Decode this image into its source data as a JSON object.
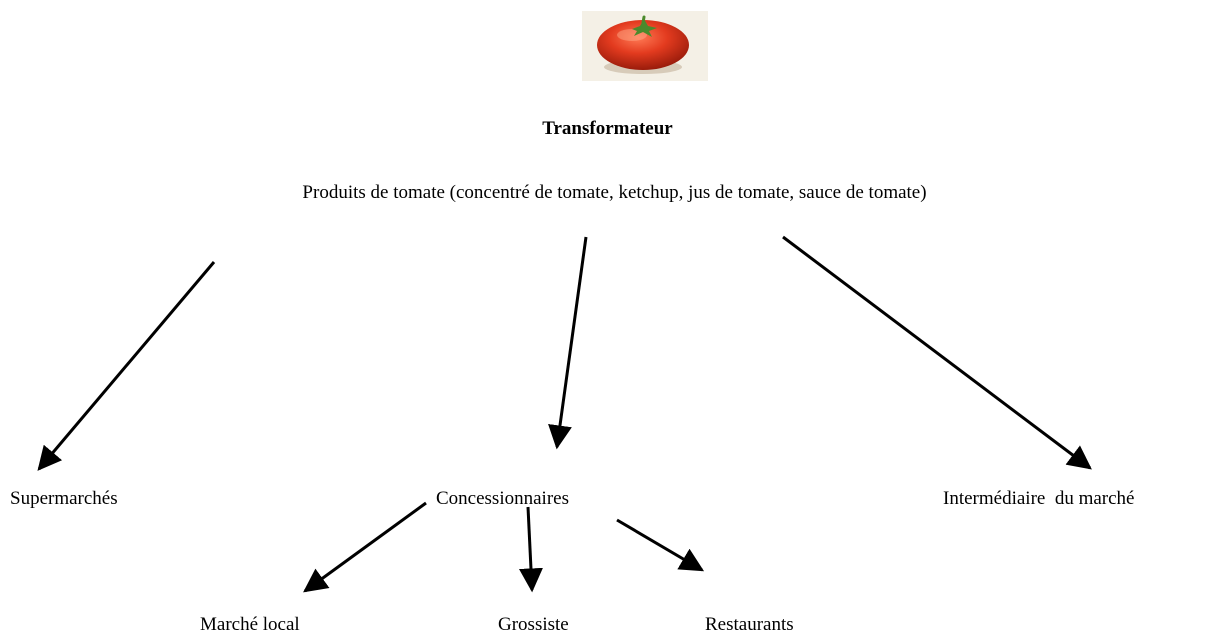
{
  "diagram": {
    "title": "Transformateur",
    "products": "Produits de tomate (concentré de tomate, ketchup, jus de tomate, sauce de tomate)",
    "nodes": {
      "supermarches": "Supermarchés",
      "concessionnaires": "Concessionnaires",
      "intermediaire": "Intermédiaire  du marché",
      "marche_local": "Marché local",
      "grossiste": "Grossiste",
      "restaurants": "Restaurants"
    },
    "colors": {
      "text": "#000000",
      "arrow": "#000000",
      "tomato": "#d83a1f",
      "image_background": "#f4f0e6"
    },
    "image": {
      "icon": "tomato-icon"
    }
  }
}
